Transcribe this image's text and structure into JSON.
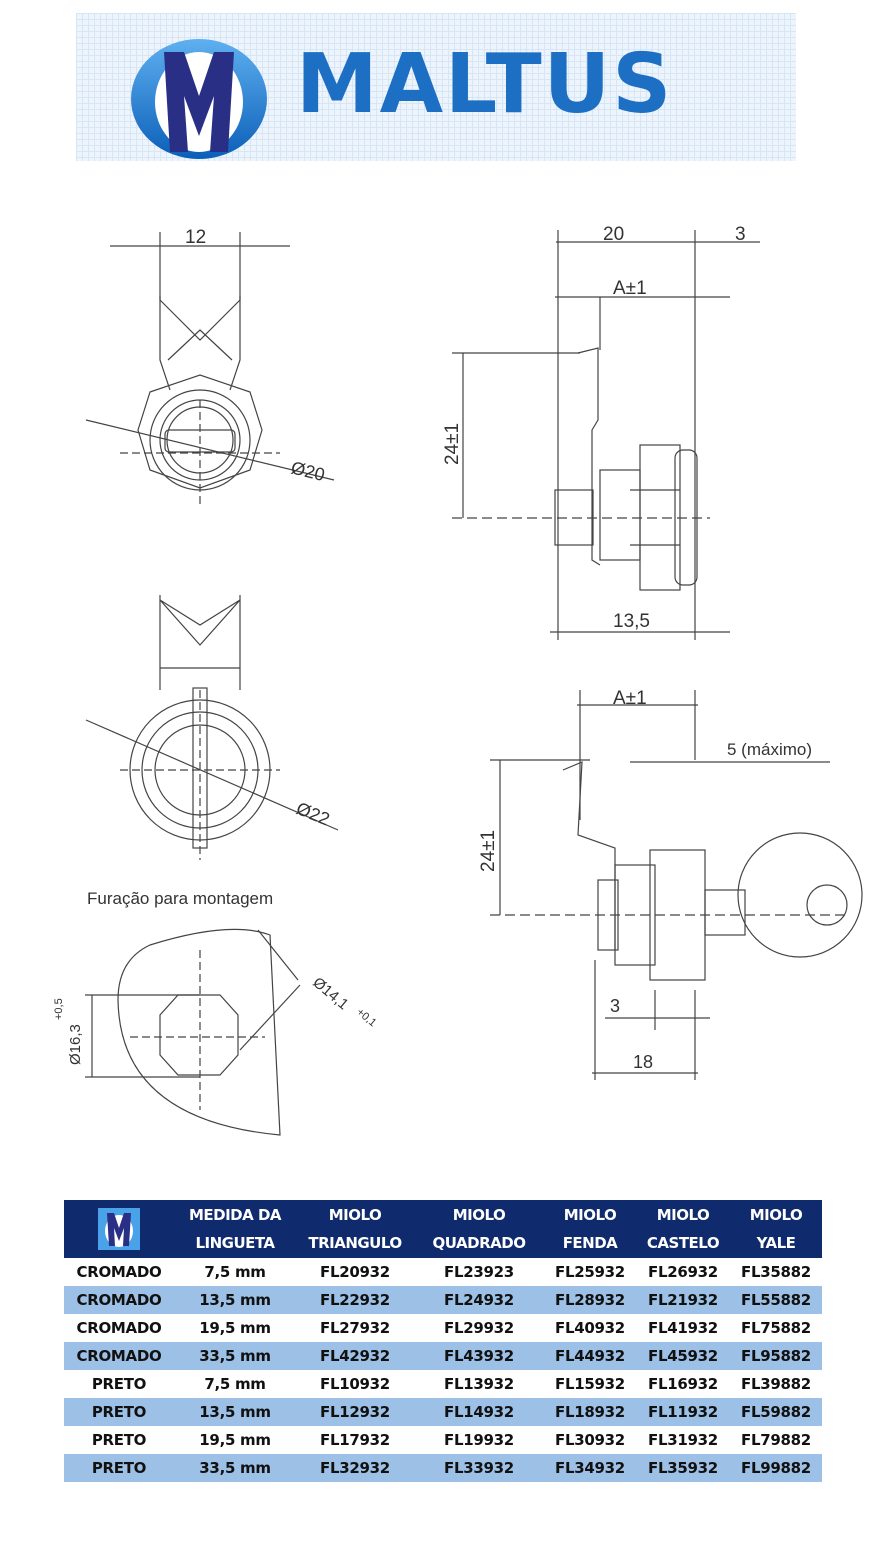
{
  "brand": {
    "name": "MALTUS",
    "logo_letter": "M"
  },
  "drawing_labels": {
    "dim_12": "12",
    "dim_diam20": "Ø20",
    "dim_diam22": "Ø22",
    "dim_20": "20",
    "dim_3_top": "3",
    "dim_a1_top": "A±1",
    "dim_24_top": "24±1",
    "dim_13_5": "13,5",
    "dim_a1_bottom": "A±1",
    "dim_5_max": "5 (máximo)",
    "dim_24_bottom": "24±1",
    "dim_3_bottom": "3",
    "dim_18": "18",
    "mounting_title": "Furação para montagem",
    "dim_16_3": "Ø16,3",
    "dim_16_3_tol": "+0,5",
    "dim_14_1": "Ø14,1",
    "dim_14_1_tol": "+0,1"
  },
  "table": {
    "headers": [
      {
        "line1": "",
        "line2": ""
      },
      {
        "line1": "MEDIDA DA",
        "line2": "LINGUETA"
      },
      {
        "line1": "MIOLO",
        "line2": "TRIANGULO"
      },
      {
        "line1": "MIOLO",
        "line2": "QUADRADO"
      },
      {
        "line1": "MIOLO",
        "line2": "FENDA"
      },
      {
        "line1": "MIOLO",
        "line2": "CASTELO"
      },
      {
        "line1": "MIOLO",
        "line2": "YALE"
      }
    ],
    "rows": [
      [
        "CROMADO",
        "7,5 mm",
        "FL20932",
        "FL23923",
        "FL25932",
        "FL26932",
        "FL35882"
      ],
      [
        "CROMADO",
        "13,5 mm",
        "FL22932",
        "FL24932",
        "FL28932",
        "FL21932",
        "FL55882"
      ],
      [
        "CROMADO",
        "19,5 mm",
        "FL27932",
        "FL29932",
        "FL40932",
        "FL41932",
        "FL75882"
      ],
      [
        "CROMADO",
        "33,5 mm",
        "FL42932",
        "FL43932",
        "FL44932",
        "FL45932",
        "FL95882"
      ],
      [
        "PRETO",
        "7,5 mm",
        "FL10932",
        "FL13932",
        "FL15932",
        "FL16932",
        "FL39882"
      ],
      [
        "PRETO",
        "13,5 mm",
        "FL12932",
        "FL14932",
        "FL18932",
        "FL11932",
        "FL59882"
      ],
      [
        "PRETO",
        "19,5 mm",
        "FL17932",
        "FL19932",
        "FL30932",
        "FL31932",
        "FL79882"
      ],
      [
        "PRETO",
        "33,5 mm",
        "FL32932",
        "FL33932",
        "FL34932",
        "FL35932",
        "FL99882"
      ]
    ]
  },
  "colors": {
    "brand_blue": "#1d6fc3",
    "header_navy": "#0f2a6d",
    "row_stripe": "#9dc1e6"
  }
}
